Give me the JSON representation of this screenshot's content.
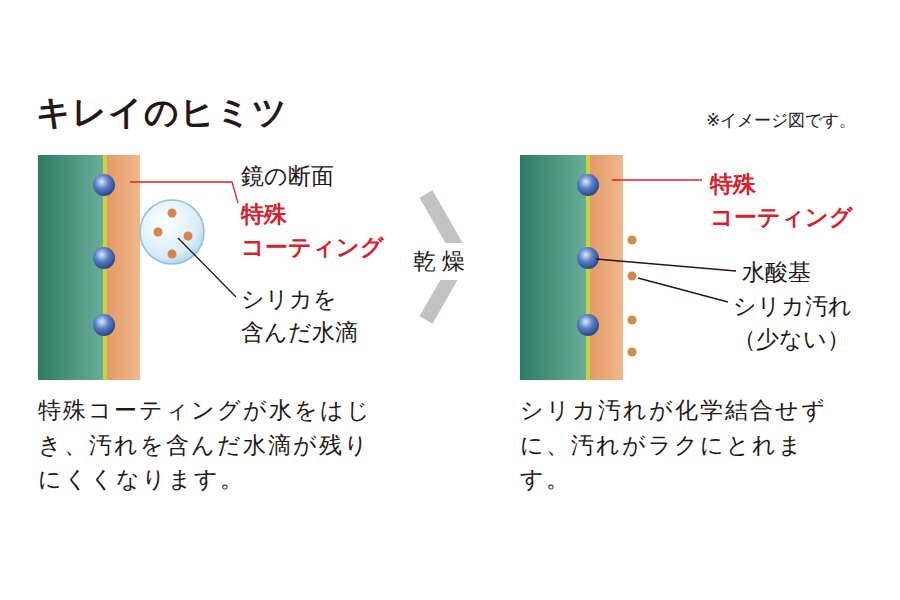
{
  "diagram": {
    "title": "キレイのヒミツ",
    "labels": [
      "※イメージ図です。",
      "鏡の断面",
      "特殊 コーティング",
      "シリカを 含んだ水滴",
      "乾燥",
      "特殊 コーティング",
      "水酸基",
      "シリカ汚れ （少ない）",
      "特殊コーティングが水をはじき、汚れを含んだ水滴が残りにくくなります。",
      "シリカ汚れが化学結合せずに、汚れがラクにとれます。"
    ]
  }
}
